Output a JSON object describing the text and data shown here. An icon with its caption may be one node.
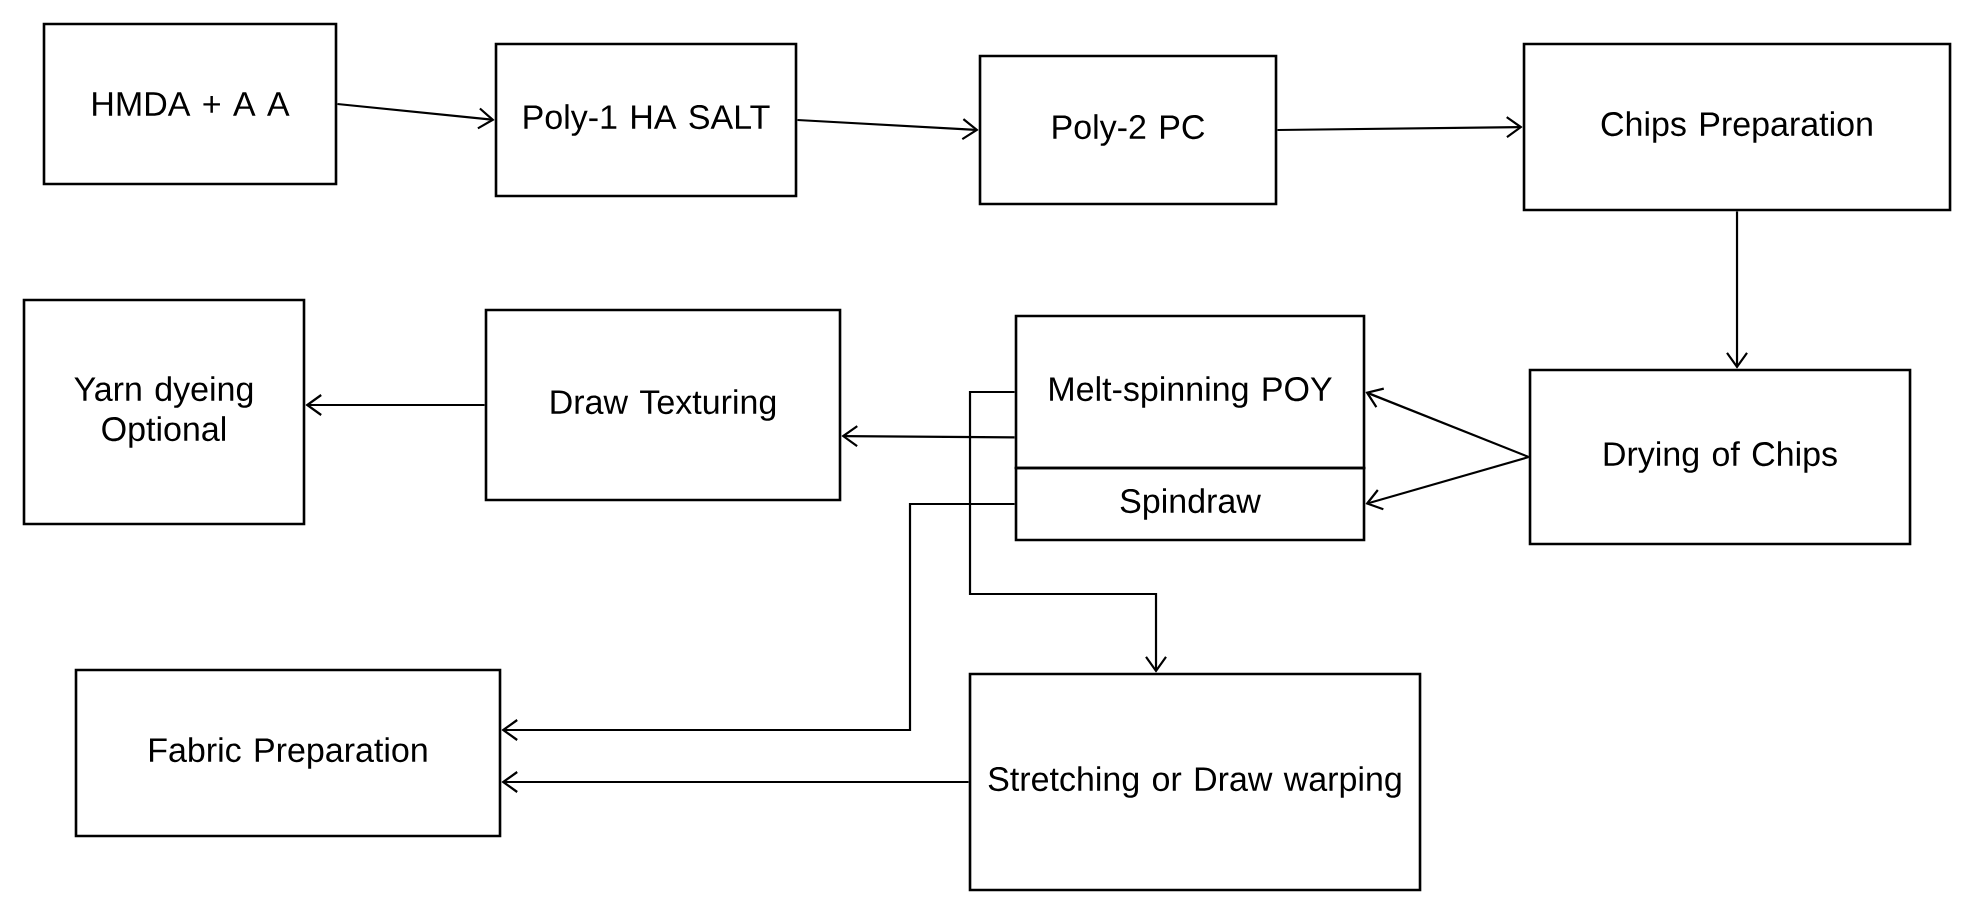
{
  "diagram": {
    "nodes": [
      {
        "text": [
          "HMDA + A A"
        ]
      },
      {
        "text": [
          "Poly-1 HA SALT"
        ]
      },
      {
        "text": [
          "Poly-2 PC"
        ]
      },
      {
        "text": [
          "Chips Preparation"
        ]
      },
      {
        "text": [
          "Drying of Chips"
        ]
      },
      {
        "text": [
          "Melt-spinning POY"
        ]
      },
      {
        "text": [
          "Spindraw"
        ]
      },
      {
        "text": [
          "Draw Texturing"
        ]
      },
      {
        "text": [
          "Yarn dyeing Optional"
        ]
      },
      {
        "text": [
          "Fabric Preparation"
        ]
      },
      {
        "text": [
          "Stretching or Draw warping"
        ]
      }
    ],
    "edges": [
      {
        "from": 0,
        "to": 1,
        "arrow": "to"
      },
      {
        "from": 1,
        "to": 2,
        "arrow": "to"
      },
      {
        "from": 2,
        "to": 3,
        "arrow": "to"
      },
      {
        "from": 3,
        "to": 4,
        "arrow": "to"
      },
      {
        "from": 4,
        "to": 5,
        "arrow": "to"
      },
      {
        "from": 4,
        "to": 6,
        "arrow": "to"
      },
      {
        "from": 5,
        "to": 7,
        "arrow": "to"
      },
      {
        "from": 7,
        "to": 8,
        "arrow": "to"
      },
      {
        "from": 6,
        "to": 9,
        "arrow": "to"
      },
      {
        "from": 5,
        "to": 10,
        "arrow": "to"
      },
      {
        "from": 10,
        "to": 9,
        "arrow": "to"
      }
    ]
  }
}
